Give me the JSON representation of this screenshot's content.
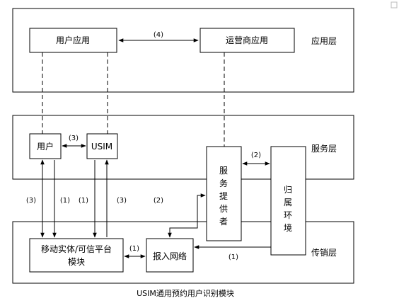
{
  "layers": {
    "application": "应用层",
    "service": "服务层",
    "transport": "传销层"
  },
  "boxes": {
    "user_app": "用户应用",
    "operator_app": "运营商应用",
    "user": "用户",
    "usim": "USIM",
    "service_provider": [
      "服",
      "务",
      "提",
      "供",
      "者"
    ],
    "home_env": [
      "归",
      "属",
      "环",
      "境"
    ],
    "mobile_entity_line1": "移动实体/可信平台",
    "mobile_entity_line2": "模块",
    "access_network": "报入网络"
  },
  "labels": {
    "four": "(4)",
    "three_top": "(3)",
    "two_top": "(2)",
    "three_left": "(3)",
    "one_a": "(1)",
    "one_b": "(1)",
    "three_right": "(3)",
    "two_mid": "(2)",
    "one_bottom_left": "(1)",
    "one_bottom_right": "(1)"
  },
  "caption": "USIM通用预约用户识别模块"
}
